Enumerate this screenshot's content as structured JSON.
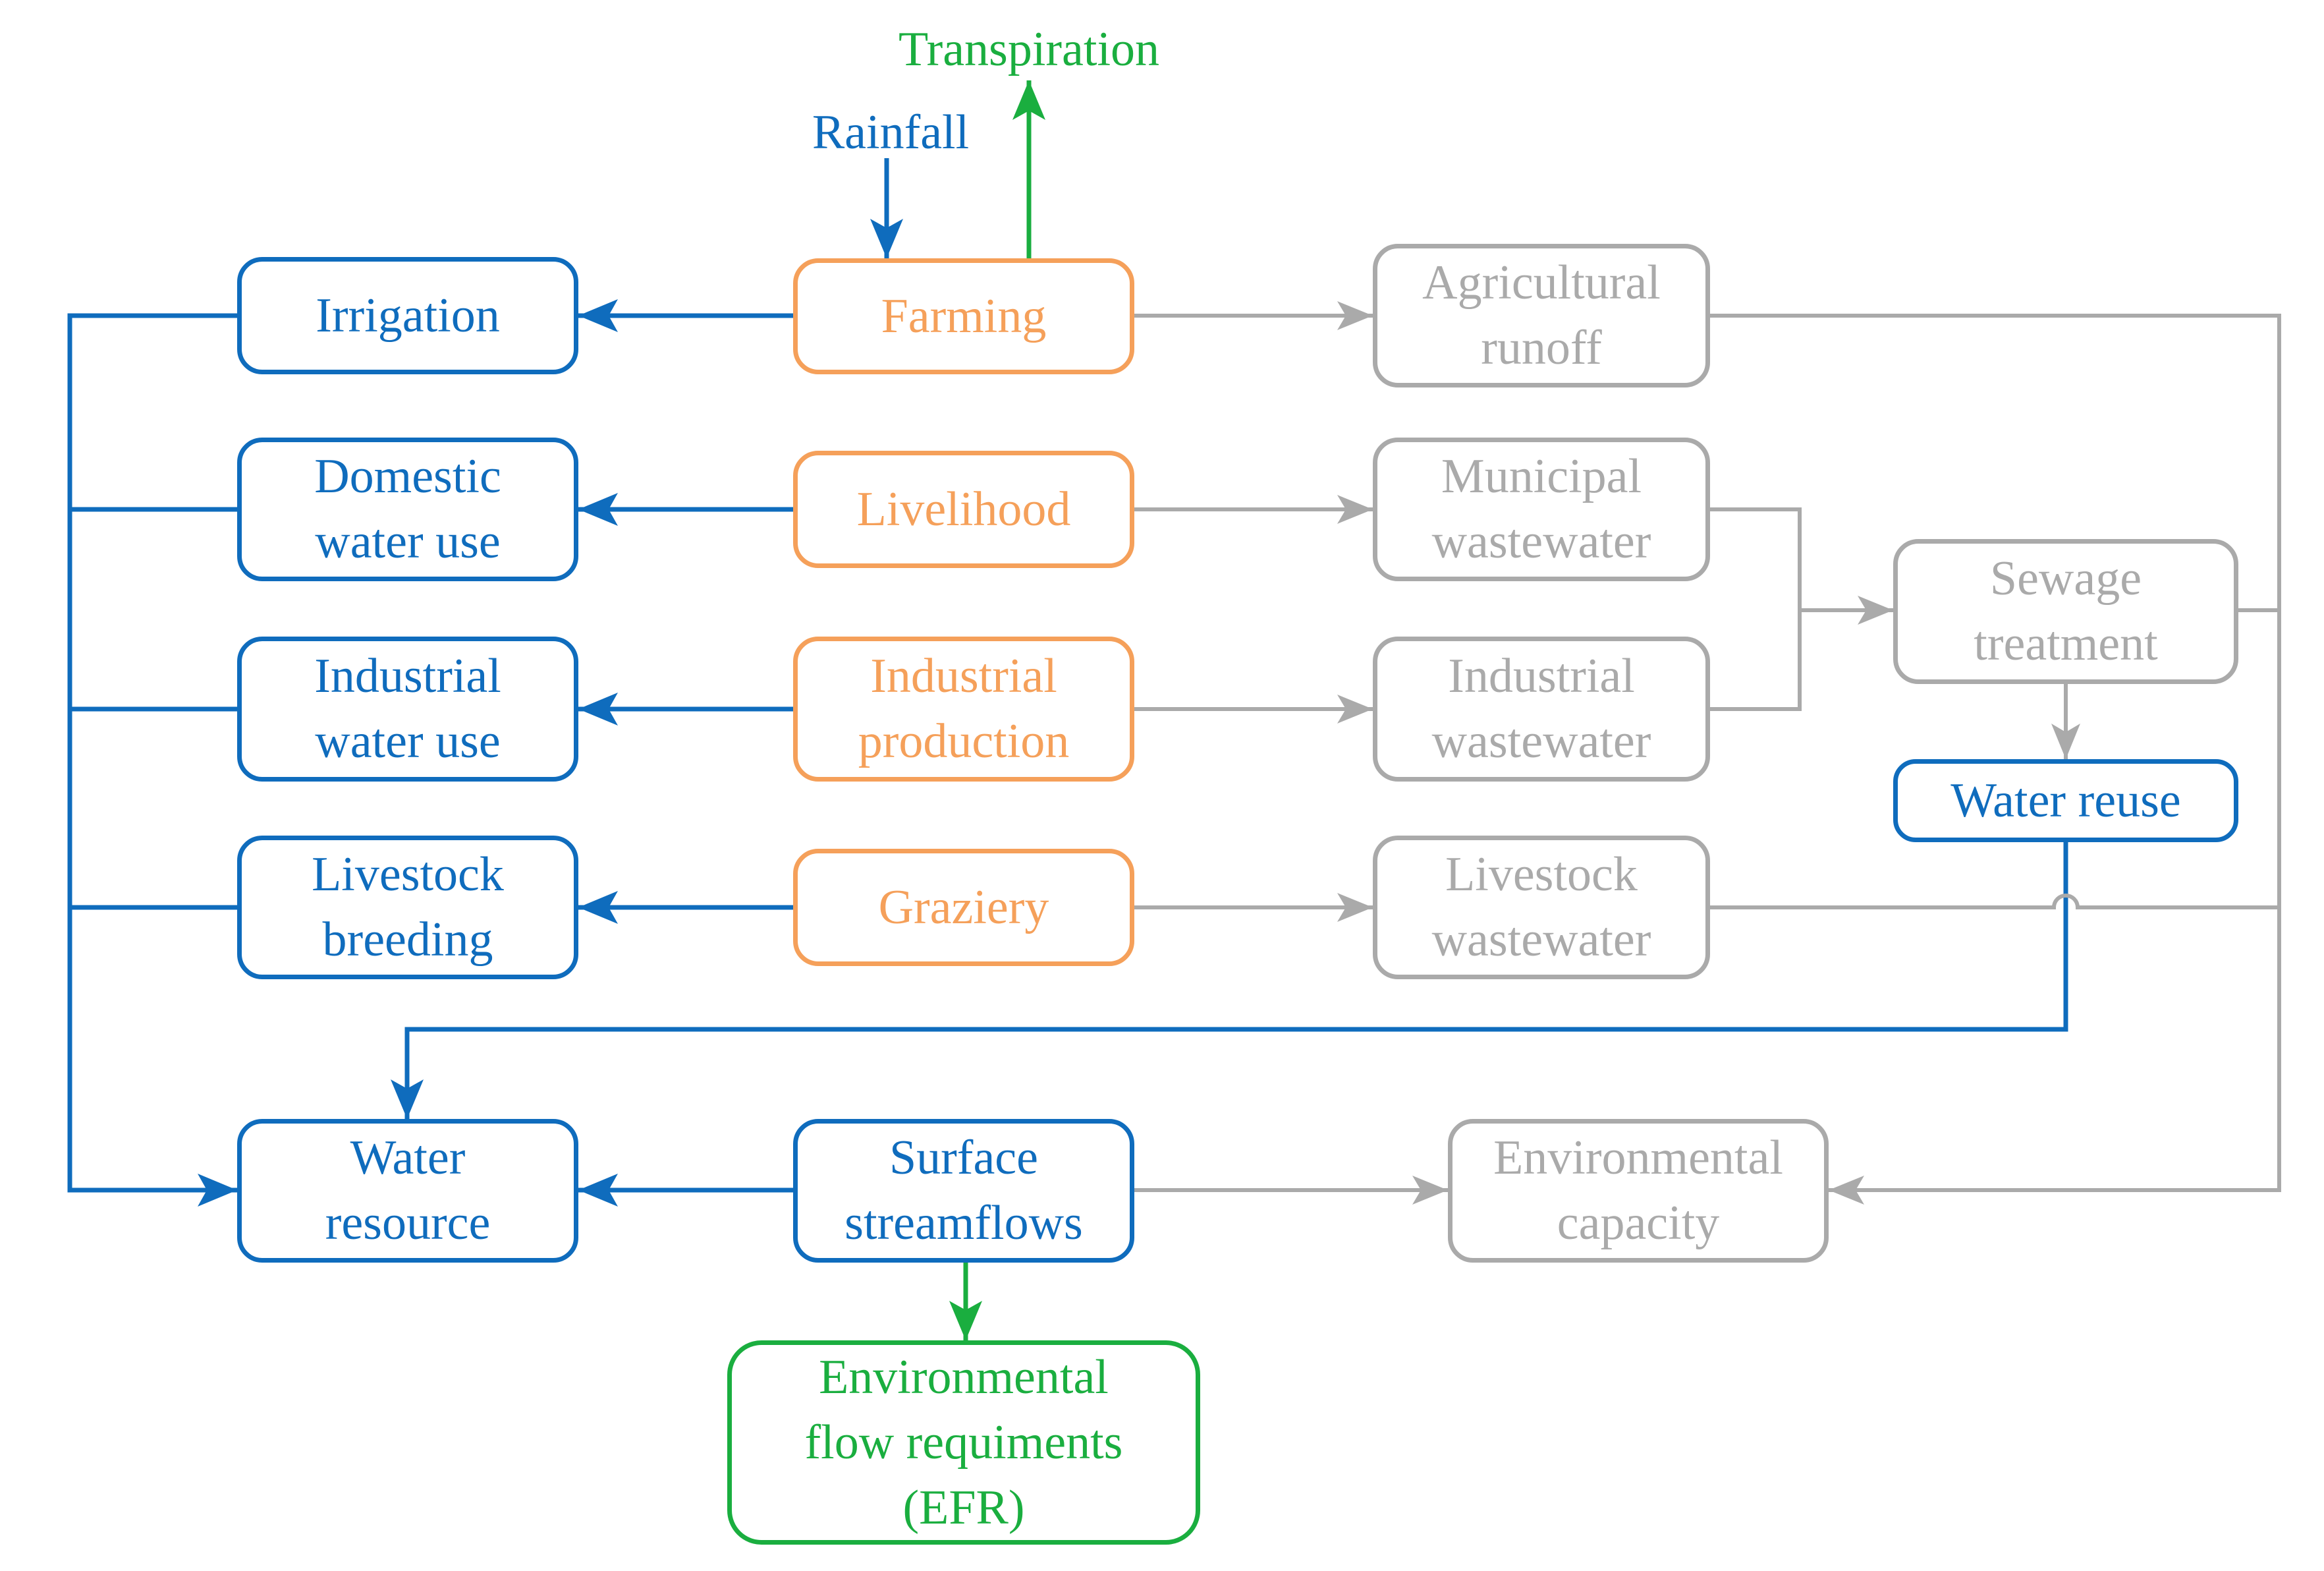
{
  "colors": {
    "blue": "#0F6CBD",
    "orange": "#F5A05A",
    "gray": "#AAAAAA",
    "green": "#1AAE3F"
  },
  "labels": {
    "transpiration": "Transpiration",
    "rainfall": "Rainfall"
  },
  "nodes": {
    "irrigation": "Irrigation",
    "domestic": "Domestic\nwater use",
    "industrial_use": "Industrial\nwater use",
    "livestock_breeding": "Livestock\nbreeding",
    "water_resource": "Water\nresource",
    "farming": "Farming",
    "livelihood": "Livelihood",
    "industrial_production": "Industrial\nproduction",
    "graziery": "Graziery",
    "surface_streamflows": "Surface\nstreamflows",
    "efr": "Environmental\nflow requiments\n(EFR)",
    "agricultural_runoff": "Agricultural\nrunoff",
    "municipal_wastewater": "Municipal\nwastewater",
    "industrial_wastewater": "Industrial\nwastewater",
    "livestock_wastewater": "Livestock\nwastewater",
    "environmental_capacity": "Environmental\ncapacity",
    "sewage_treatment": "Sewage\ntreatment",
    "water_reuse": "Water reuse"
  }
}
